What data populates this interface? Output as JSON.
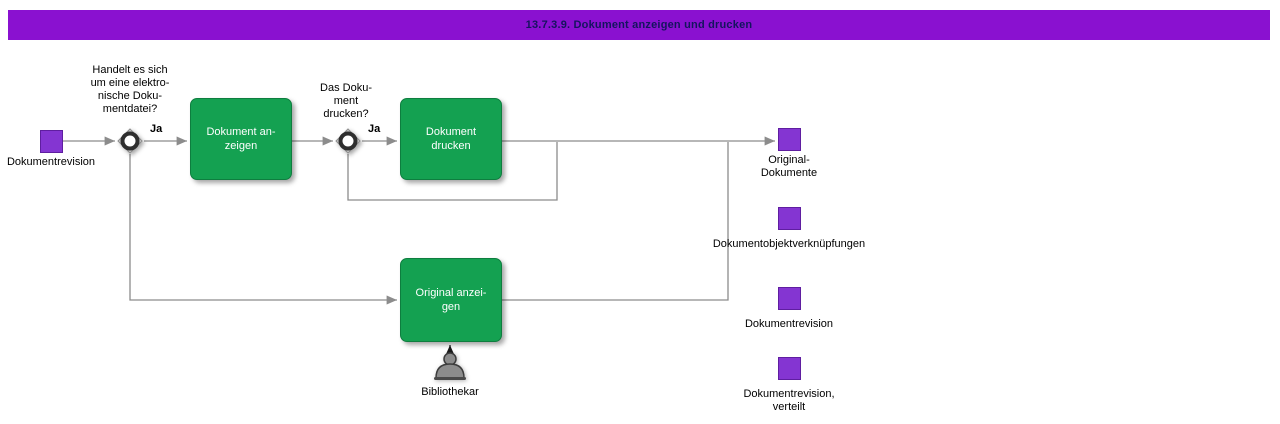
{
  "colors": {
    "banner": "#8a11d0",
    "task_green": "#14a151",
    "object_purple": "#8435d2",
    "connector_gray": "#8c8c8c",
    "title_text": "#14145e"
  },
  "title": "13.7.3.9. Dokument anzeigen und drucken",
  "diagram": {
    "input_object": {
      "label": "Dokumentrevision"
    },
    "decision1": {
      "question": "Handelt es sich\num eine elektro-\nnische Doku-\nmentdatei?",
      "yes_label": "Ja"
    },
    "task1": {
      "label": "Dokument an-\nzeigen"
    },
    "decision2": {
      "question": "Das Doku-\nment\ndrucken?",
      "yes_label": "Ja"
    },
    "task2": {
      "label": "Dokument\ndrucken"
    },
    "task3": {
      "label": "Original anzei-\ngen"
    },
    "role": {
      "label": "Bibliothekar"
    },
    "outputs": [
      {
        "label": "Original-\nDokumente"
      },
      {
        "label": "Dokumentobjektverknüpfungen"
      },
      {
        "label": "Dokumentrevision"
      },
      {
        "label": "Dokumentrevision,\nverteilt"
      }
    ]
  }
}
